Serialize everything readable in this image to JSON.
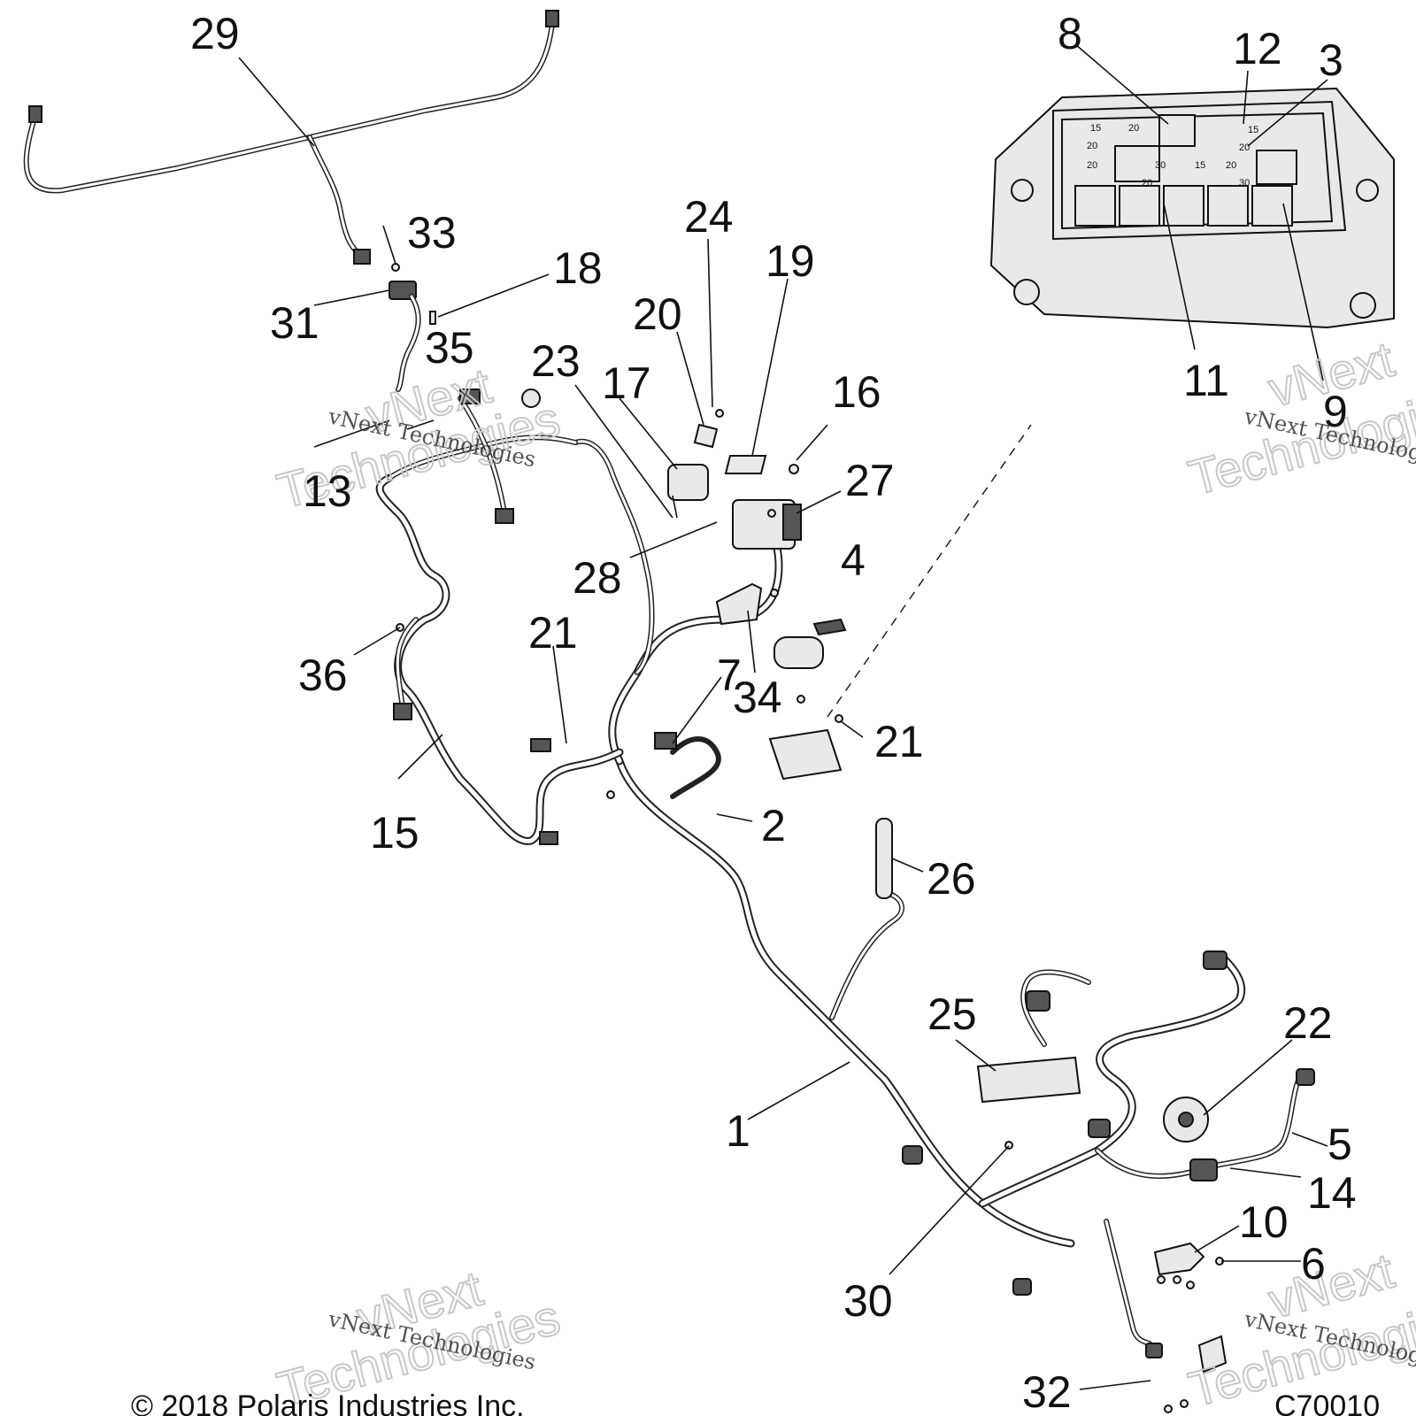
{
  "callouts": [
    "1",
    "2",
    "3",
    "4",
    "5",
    "6",
    "7",
    "8",
    "9",
    "10",
    "11",
    "12",
    "13",
    "14",
    "15",
    "16",
    "17",
    "18",
    "19",
    "20",
    "21",
    "21",
    "22",
    "23",
    "24",
    "25",
    "26",
    "27",
    "28",
    "29",
    "30",
    "31",
    "32",
    "33",
    "34",
    "35",
    "36"
  ],
  "fuse_labels": [
    "15",
    "20",
    "20",
    "15",
    "20",
    "20",
    "30",
    "15",
    "20",
    "20",
    "30"
  ],
  "watermark": {
    "small": "vNext Technologies",
    "big_top": "vNext",
    "big_bottom": "Technologies"
  },
  "copyright": "© 2018 Polaris Industries Inc.",
  "figure_code": "C70010"
}
